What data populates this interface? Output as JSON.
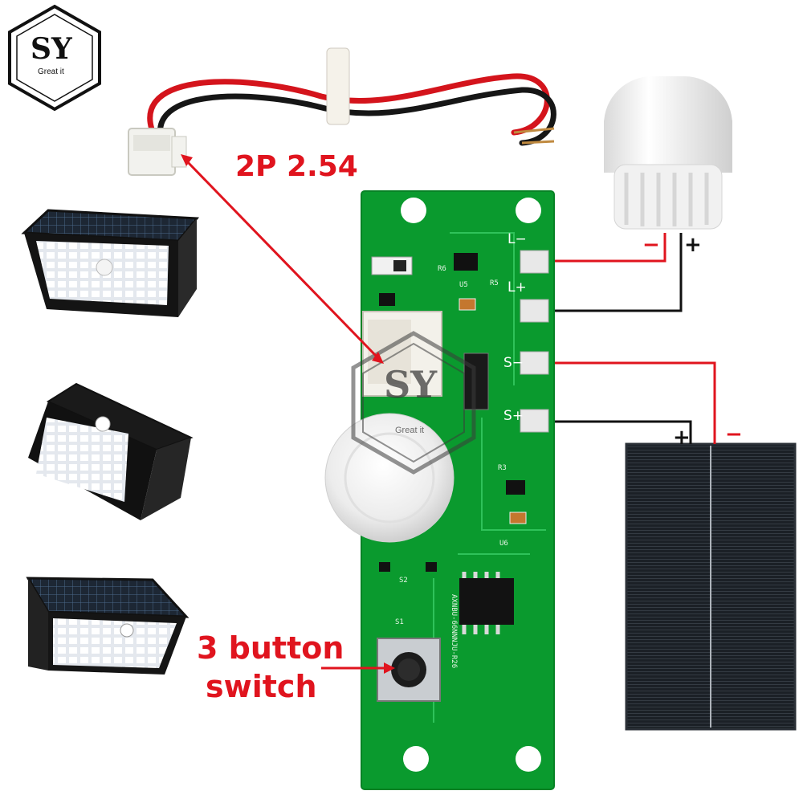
{
  "brand": {
    "logo_text": "SY",
    "tagline": "Great it",
    "watermark_text": "SY",
    "watermark_tagline": "Great it"
  },
  "callouts": {
    "connector": "2P 2.54",
    "switch_line1": "3 button",
    "switch_line2": "switch"
  },
  "pads": {
    "load_neg": "L−",
    "load_pos": "L+",
    "solar_neg": "S−",
    "solar_pos": "S+"
  },
  "polarity": {
    "bulb_neg": "−",
    "bulb_pos": "+",
    "panel_pos": "+",
    "panel_neg": "−"
  },
  "silkscreen": {
    "r6": "R6",
    "r5": "R5",
    "r3": "R3",
    "u5": "U5",
    "u6": "U6",
    "s1": "S1",
    "s2": "S2",
    "board_id": "AXNBU-66NNNJU-R26"
  },
  "colors": {
    "accent_red": "#e0141e",
    "wire_black": "#111111",
    "pcb_green": "#0a9a2e",
    "pad_silver": "#e8e8e8",
    "panel_dark": "#1b2026"
  }
}
